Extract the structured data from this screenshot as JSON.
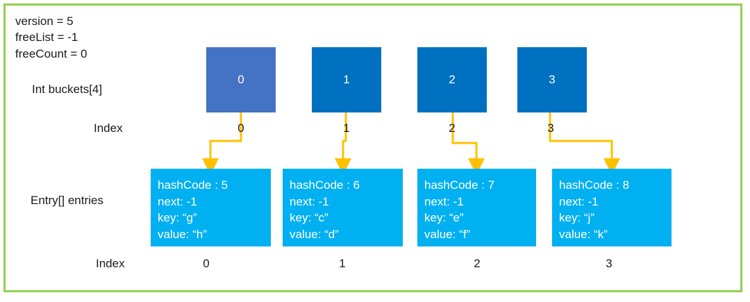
{
  "meta": {
    "version": "version = 5",
    "freeList": "freeList = -1",
    "freeCount": "freeCount = 0"
  },
  "labels": {
    "buckets": "Int buckets[4]",
    "bucket_index": "Index",
    "entries": "Entry[] entries",
    "entry_index": "Index"
  },
  "buckets": [
    "0",
    "1",
    "2",
    "3"
  ],
  "bucket_indices": [
    "0",
    "1",
    "2",
    "3"
  ],
  "entries": [
    {
      "hashCode": "hashCode : 5",
      "next": "next: -1",
      "key": "key: “g”",
      "value": "value: “h”"
    },
    {
      "hashCode": "hashCode : 6",
      "next": "next: -1",
      "key": "key: “c”",
      "value": "value: “d”"
    },
    {
      "hashCode": "hashCode : 7",
      "next": "next: -1",
      "key": "key: “e”",
      "value": "value: “f”"
    },
    {
      "hashCode": "hashCode : 8",
      "next": "next: -1",
      "key": "key: “j”",
      "value": "value: “k”"
    }
  ],
  "entry_indices": [
    "0",
    "1",
    "2",
    "3"
  ],
  "colors": {
    "frame": "#92d050",
    "bucket": "#0070c0",
    "bucket_first": "#4472c4",
    "entry": "#00b0f0",
    "arrow": "#ffc000"
  }
}
